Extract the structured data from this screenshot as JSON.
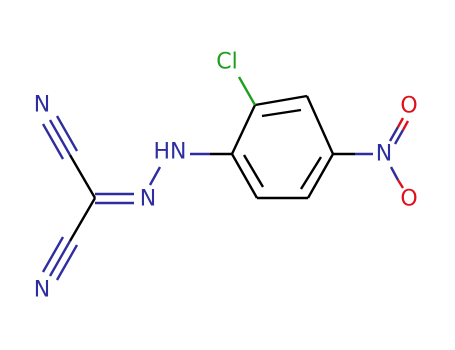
{
  "colors": {
    "carbon": "#000000",
    "nitrogen": "#2e2e9e",
    "oxygen": "#e0101a",
    "chlorine": "#1e9e1e"
  },
  "atoms": {
    "cl": "Cl",
    "nh": "HN",
    "n_hydrazone": "N",
    "n_nitrile_top": "N",
    "n_nitrile_bottom": "N",
    "n_nitro": "N",
    "o_nitro_top": "O",
    "o_nitro_bottom": "O"
  }
}
